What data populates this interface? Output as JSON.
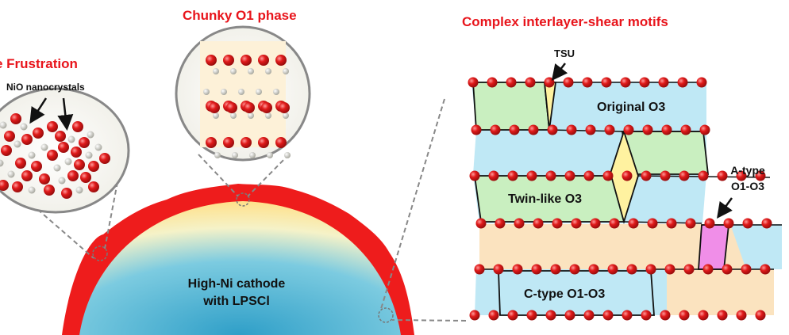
{
  "titles": {
    "left": "e Frustration",
    "center": "Chunky O1 phase",
    "right": "Complex interlayer-shear motifs"
  },
  "annotations": {
    "nio": "NiO nanocrystals",
    "tsu": "TSU",
    "original_o3": "Original O3",
    "twin_like_o3": "Twin-like O3",
    "a_type_line1": "A-type",
    "a_type_line2": "O1-O3",
    "c_type": "C-type O1-O3"
  },
  "cathode": {
    "line1": "High-Ni cathode",
    "line2": "with LPSCl"
  },
  "colors": {
    "title_red": "#e8141b",
    "atom_red": "#e01a1a",
    "atom_white": "#cfcfc8",
    "layer_blue": "#bfe8f5",
    "layer_peach": "#fbe3bf",
    "motif_green": "#c9efc0",
    "motif_yellow": "#fff2a0",
    "motif_pink": "#f08ee8",
    "cathode_core": "#35a6cc",
    "cathode_rim": "#ee1c1c"
  },
  "icons": [
    "arrow-icon",
    "dashed-zoom-circle-icon",
    "atom-sphere-icon"
  ]
}
